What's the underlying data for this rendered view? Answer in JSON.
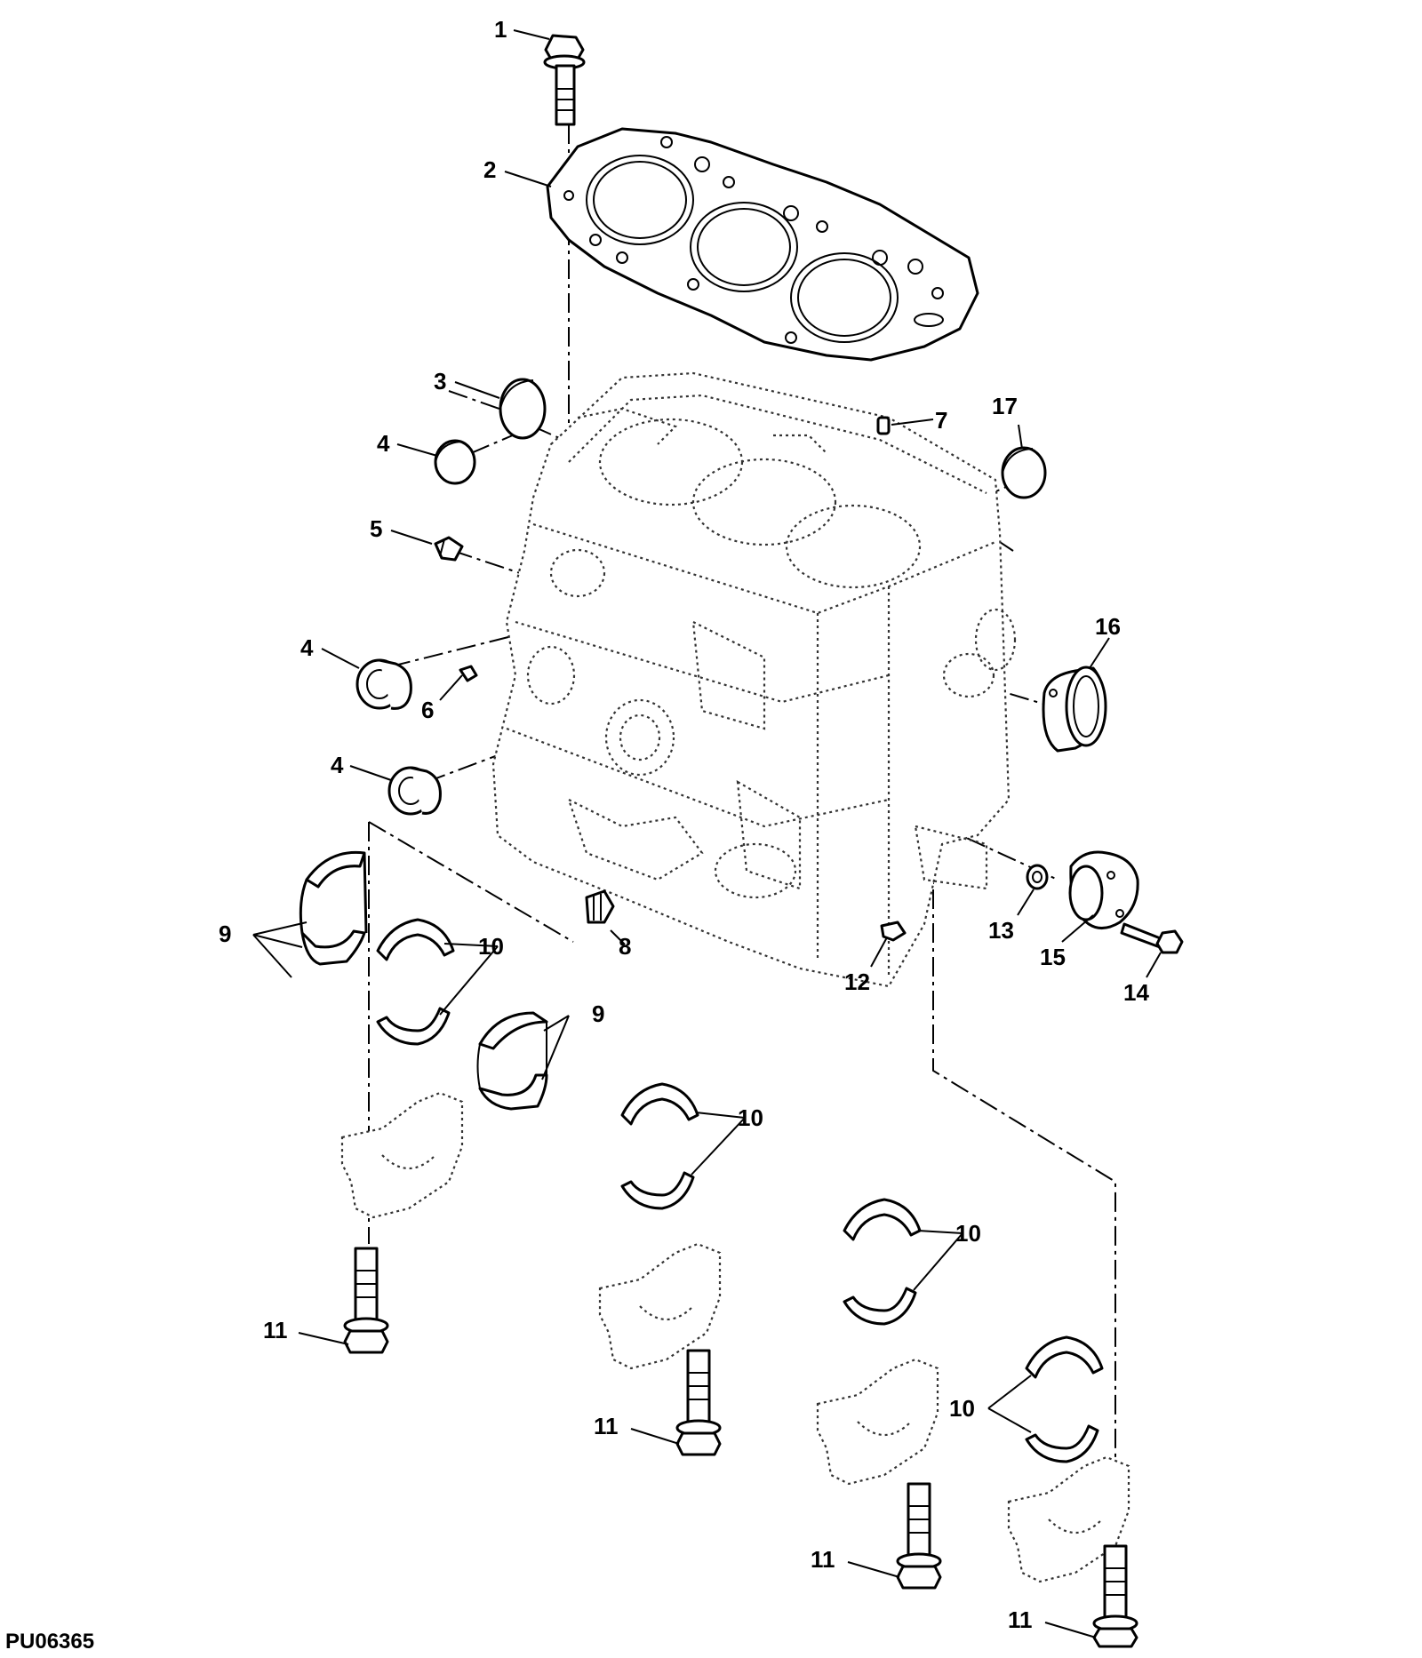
{
  "figure_id": "PU06365",
  "callouts": [
    {
      "id": "c1",
      "text": "1"
    },
    {
      "id": "c2",
      "text": "2"
    },
    {
      "id": "c3",
      "text": "3"
    },
    {
      "id": "c4a",
      "text": "4"
    },
    {
      "id": "c4b",
      "text": "4"
    },
    {
      "id": "c4c",
      "text": "4"
    },
    {
      "id": "c5",
      "text": "5"
    },
    {
      "id": "c6",
      "text": "6"
    },
    {
      "id": "c7",
      "text": "7"
    },
    {
      "id": "c8",
      "text": "8"
    },
    {
      "id": "c9a",
      "text": "9"
    },
    {
      "id": "c9b",
      "text": "9"
    },
    {
      "id": "c10a",
      "text": "10"
    },
    {
      "id": "c10b",
      "text": "10"
    },
    {
      "id": "c10c",
      "text": "10"
    },
    {
      "id": "c10d",
      "text": "10"
    },
    {
      "id": "c11a",
      "text": "11"
    },
    {
      "id": "c11b",
      "text": "11"
    },
    {
      "id": "c11c",
      "text": "11"
    },
    {
      "id": "c11d",
      "text": "11"
    },
    {
      "id": "c12",
      "text": "12"
    },
    {
      "id": "c13",
      "text": "13"
    },
    {
      "id": "c14",
      "text": "14"
    },
    {
      "id": "c15",
      "text": "15"
    },
    {
      "id": "c16",
      "text": "16"
    },
    {
      "id": "c17",
      "text": "17"
    }
  ]
}
